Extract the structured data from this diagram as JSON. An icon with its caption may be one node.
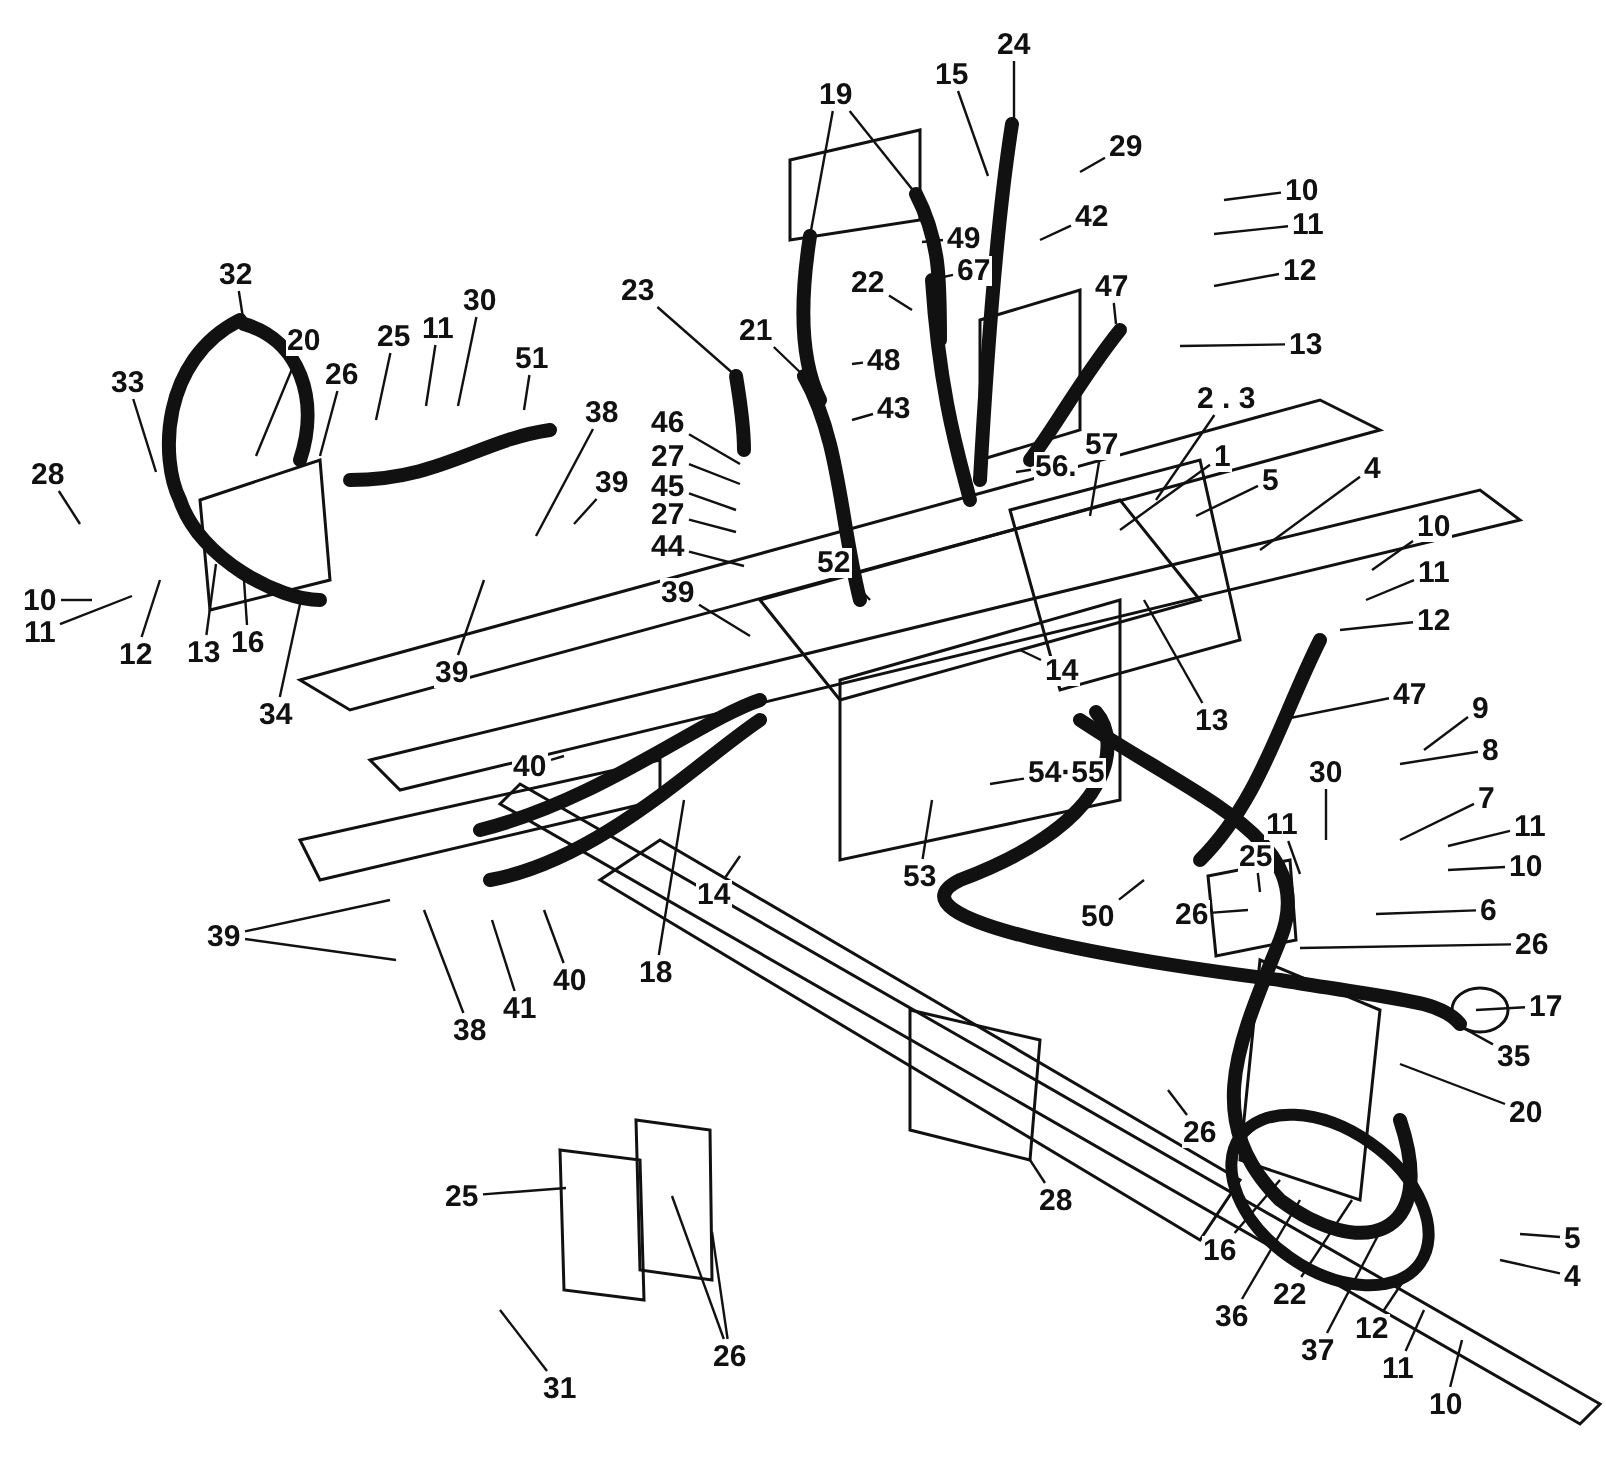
{
  "diagram": {
    "nodes": [
      {
        "text": [
          "24"
        ]
      },
      {
        "text": [
          "15"
        ]
      },
      {
        "text": [
          "19"
        ]
      },
      {
        "text": [
          "29"
        ]
      },
      {
        "text": [
          "10"
        ]
      },
      {
        "text": [
          "11"
        ]
      },
      {
        "text": [
          "42"
        ]
      },
      {
        "text": [
          "12"
        ]
      },
      {
        "text": [
          "49"
        ]
      },
      {
        "text": [
          "67"
        ]
      },
      {
        "text": [
          "22"
        ]
      },
      {
        "text": [
          "47"
        ]
      },
      {
        "text": [
          "13"
        ]
      },
      {
        "text": [
          "32"
        ]
      },
      {
        "text": [
          "23"
        ]
      },
      {
        "text": [
          "20"
        ]
      },
      {
        "text": [
          "25"
        ]
      },
      {
        "text": [
          "11"
        ]
      },
      {
        "text": [
          "30"
        ]
      },
      {
        "text": [
          "26"
        ]
      },
      {
        "text": [
          "21"
        ]
      },
      {
        "text": [
          "48"
        ]
      },
      {
        "text": [
          "43"
        ]
      },
      {
        "text": [
          "33"
        ]
      },
      {
        "text": [
          "51"
        ]
      },
      {
        "text": [
          "2 . 3"
        ]
      },
      {
        "text": [
          "38"
        ]
      },
      {
        "text": [
          "39"
        ]
      },
      {
        "text": [
          "46"
        ]
      },
      {
        "text": [
          "27"
        ]
      },
      {
        "text": [
          "45"
        ]
      },
      {
        "text": [
          "27"
        ]
      },
      {
        "text": [
          "44"
        ]
      },
      {
        "text": [
          "28"
        ]
      },
      {
        "text": [
          "57"
        ]
      },
      {
        "text": [
          "56."
        ]
      },
      {
        "text": [
          "1"
        ]
      },
      {
        "text": [
          "5"
        ]
      },
      {
        "text": [
          "4"
        ]
      },
      {
        "text": [
          "10"
        ]
      },
      {
        "text": [
          "11"
        ]
      },
      {
        "text": [
          "12"
        ]
      },
      {
        "text": [
          "39"
        ]
      },
      {
        "text": [
          "52"
        ]
      },
      {
        "text": [
          "10"
        ]
      },
      {
        "text": [
          "11"
        ]
      },
      {
        "text": [
          "12"
        ]
      },
      {
        "text": [
          "13"
        ]
      },
      {
        "text": [
          "16"
        ]
      },
      {
        "text": [
          "34"
        ]
      },
      {
        "text": [
          "39"
        ]
      },
      {
        "text": [
          "14"
        ]
      },
      {
        "text": [
          "13"
        ]
      },
      {
        "text": [
          "47"
        ]
      },
      {
        "text": [
          "9"
        ]
      },
      {
        "text": [
          "8"
        ]
      },
      {
        "text": [
          "40"
        ]
      },
      {
        "text": [
          "54·55"
        ]
      },
      {
        "text": [
          "7"
        ]
      },
      {
        "text": [
          "30"
        ]
      },
      {
        "text": [
          "11"
        ]
      },
      {
        "text": [
          "11"
        ]
      },
      {
        "text": [
          "10"
        ]
      },
      {
        "text": [
          "14"
        ]
      },
      {
        "text": [
          "18"
        ]
      },
      {
        "text": [
          "53"
        ]
      },
      {
        "text": [
          "25"
        ]
      },
      {
        "text": [
          "50"
        ]
      },
      {
        "text": [
          "26"
        ]
      },
      {
        "text": [
          "6"
        ]
      },
      {
        "text": [
          "26"
        ]
      },
      {
        "text": [
          "39"
        ]
      },
      {
        "text": [
          "38"
        ]
      },
      {
        "text": [
          "41"
        ]
      },
      {
        "text": [
          "40"
        ]
      },
      {
        "text": [
          "17"
        ]
      },
      {
        "text": [
          "35"
        ]
      },
      {
        "text": [
          "20"
        ]
      },
      {
        "text": [
          "26"
        ]
      },
      {
        "text": [
          "28"
        ]
      },
      {
        "text": [
          "25"
        ]
      },
      {
        "text": [
          "5"
        ]
      },
      {
        "text": [
          "4"
        ]
      },
      {
        "text": [
          "16"
        ]
      },
      {
        "text": [
          "36"
        ]
      },
      {
        "text": [
          "22"
        ]
      },
      {
        "text": [
          "12"
        ]
      },
      {
        "text": [
          "37"
        ]
      },
      {
        "text": [
          "11"
        ]
      },
      {
        "text": [
          "10"
        ]
      },
      {
        "text": [
          "31"
        ]
      },
      {
        "text": [
          "26"
        ]
      }
    ],
    "edges": [
      {
        "from": 0,
        "to": null,
        "arrow": "none"
      },
      {
        "from": 1,
        "to": null,
        "arrow": "none"
      },
      {
        "from": 2,
        "to": null,
        "arrow": "none"
      },
      {
        "from": 2,
        "to": null,
        "arrow": "none"
      },
      {
        "from": 3,
        "to": null,
        "arrow": "none"
      },
      {
        "from": 4,
        "to": null,
        "arrow": "none"
      },
      {
        "from": 5,
        "to": null,
        "arrow": "none"
      },
      {
        "from": 6,
        "to": null,
        "arrow": "none"
      },
      {
        "from": 7,
        "to": null,
        "arrow": "none"
      },
      {
        "from": 8,
        "to": null,
        "arrow": "none"
      },
      {
        "from": 9,
        "to": null,
        "arrow": "none"
      },
      {
        "from": 10,
        "to": null,
        "arrow": "none"
      },
      {
        "from": 11,
        "to": null,
        "arrow": "none"
      },
      {
        "from": 12,
        "to": null,
        "arrow": "none"
      },
      {
        "from": 13,
        "to": null,
        "arrow": "none"
      },
      {
        "from": 14,
        "to": null,
        "arrow": "none"
      },
      {
        "from": 15,
        "to": null,
        "arrow": "none"
      },
      {
        "from": 16,
        "to": null,
        "arrow": "none"
      },
      {
        "from": 17,
        "to": null,
        "arrow": "none"
      },
      {
        "from": 18,
        "to": null,
        "arrow": "none"
      },
      {
        "from": 19,
        "to": null,
        "arrow": "none"
      },
      {
        "from": 20,
        "to": null,
        "arrow": "none"
      },
      {
        "from": 21,
        "to": null,
        "arrow": "none"
      },
      {
        "from": 22,
        "to": null,
        "arrow": "none"
      },
      {
        "from": 23,
        "to": null,
        "arrow": "none"
      },
      {
        "from": 24,
        "to": null,
        "arrow": "none"
      },
      {
        "from": 25,
        "to": null,
        "arrow": "none"
      },
      {
        "from": 26,
        "to": null,
        "arrow": "none"
      },
      {
        "from": 27,
        "to": null,
        "arrow": "none"
      },
      {
        "from": 28,
        "to": null,
        "arrow": "none"
      },
      {
        "from": 29,
        "to": null,
        "arrow": "none"
      },
      {
        "from": 30,
        "to": null,
        "arrow": "none"
      },
      {
        "from": 31,
        "to": null,
        "arrow": "none"
      },
      {
        "from": 32,
        "to": null,
        "arrow": "none"
      },
      {
        "from": 33,
        "to": null,
        "arrow": "none"
      },
      {
        "from": 34,
        "to": null,
        "arrow": "none"
      },
      {
        "from": 35,
        "to": null,
        "arrow": "none"
      },
      {
        "from": 36,
        "to": null,
        "arrow": "none"
      },
      {
        "from": 37,
        "to": null,
        "arrow": "none"
      },
      {
        "from": 38,
        "to": null,
        "arrow": "none"
      },
      {
        "from": 39,
        "to": null,
        "arrow": "none"
      },
      {
        "from": 40,
        "to": null,
        "arrow": "none"
      },
      {
        "from": 41,
        "to": null,
        "arrow": "none"
      },
      {
        "from": 42,
        "to": null,
        "arrow": "none"
      },
      {
        "from": 43,
        "to": null,
        "arrow": "none"
      },
      {
        "from": 44,
        "to": null,
        "arrow": "none"
      },
      {
        "from": 45,
        "to": null,
        "arrow": "none"
      },
      {
        "from": 46,
        "to": null,
        "arrow": "none"
      },
      {
        "from": 47,
        "to": null,
        "arrow": "none"
      },
      {
        "from": 48,
        "to": null,
        "arrow": "none"
      },
      {
        "from": 49,
        "to": null,
        "arrow": "none"
      },
      {
        "from": 50,
        "to": null,
        "arrow": "none"
      },
      {
        "from": 51,
        "to": null,
        "arrow": "none"
      },
      {
        "from": 52,
        "to": null,
        "arrow": "none"
      },
      {
        "from": 53,
        "to": null,
        "arrow": "none"
      },
      {
        "from": 54,
        "to": null,
        "arrow": "none"
      },
      {
        "from": 55,
        "to": null,
        "arrow": "none"
      },
      {
        "from": 56,
        "to": null,
        "arrow": "none"
      },
      {
        "from": 57,
        "to": null,
        "arrow": "none"
      },
      {
        "from": 58,
        "to": null,
        "arrow": "none"
      },
      {
        "from": 59,
        "to": null,
        "arrow": "none"
      },
      {
        "from": 60,
        "to": null,
        "arrow": "none"
      },
      {
        "from": 61,
        "to": null,
        "arrow": "none"
      },
      {
        "from": 62,
        "to": null,
        "arrow": "none"
      },
      {
        "from": 63,
        "to": null,
        "arrow": "none"
      },
      {
        "from": 64,
        "to": null,
        "arrow": "none"
      },
      {
        "from": 65,
        "to": null,
        "arrow": "none"
      },
      {
        "from": 66,
        "to": null,
        "arrow": "none"
      },
      {
        "from": 67,
        "to": null,
        "arrow": "none"
      },
      {
        "from": 68,
        "to": null,
        "arrow": "none"
      },
      {
        "from": 69,
        "to": null,
        "arrow": "none"
      },
      {
        "from": 70,
        "to": null,
        "arrow": "none"
      },
      {
        "from": 71,
        "to": null,
        "arrow": "none"
      },
      {
        "from": 71,
        "to": null,
        "arrow": "none"
      },
      {
        "from": 72,
        "to": null,
        "arrow": "none"
      },
      {
        "from": 73,
        "to": null,
        "arrow": "none"
      },
      {
        "from": 74,
        "to": null,
        "arrow": "none"
      },
      {
        "from": 75,
        "to": null,
        "arrow": "none"
      },
      {
        "from": 76,
        "to": null,
        "arrow": "none"
      },
      {
        "from": 77,
        "to": null,
        "arrow": "none"
      },
      {
        "from": 78,
        "to": null,
        "arrow": "none"
      },
      {
        "from": 79,
        "to": null,
        "arrow": "none"
      },
      {
        "from": 80,
        "to": null,
        "arrow": "none"
      },
      {
        "from": 81,
        "to": null,
        "arrow": "none"
      },
      {
        "from": 82,
        "to": null,
        "arrow": "none"
      },
      {
        "from": 83,
        "to": null,
        "arrow": "none"
      },
      {
        "from": 84,
        "to": null,
        "arrow": "none"
      },
      {
        "from": 85,
        "to": null,
        "arrow": "none"
      },
      {
        "from": 86,
        "to": null,
        "arrow": "none"
      },
      {
        "from": 87,
        "to": null,
        "arrow": "none"
      },
      {
        "from": 88,
        "to": null,
        "arrow": "none"
      },
      {
        "from": 89,
        "to": null,
        "arrow": "none"
      },
      {
        "from": 90,
        "to": null,
        "arrow": "none"
      },
      {
        "from": 91,
        "to": null,
        "arrow": "none"
      },
      {
        "from": 91,
        "to": null,
        "arrow": "none"
      }
    ]
  }
}
